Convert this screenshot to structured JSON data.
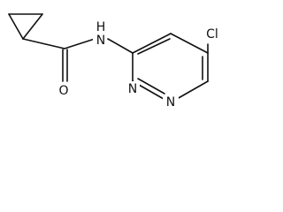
{
  "atoms": {
    "oxygen": "O",
    "amide_nitrogen": "N",
    "amide_hydrogen": "H",
    "ring_nitrogen_1": "N",
    "ring_nitrogen_2": "N",
    "chlorine": "Cl"
  },
  "colors": {
    "bond": "#111111",
    "background": "#ffffff"
  }
}
